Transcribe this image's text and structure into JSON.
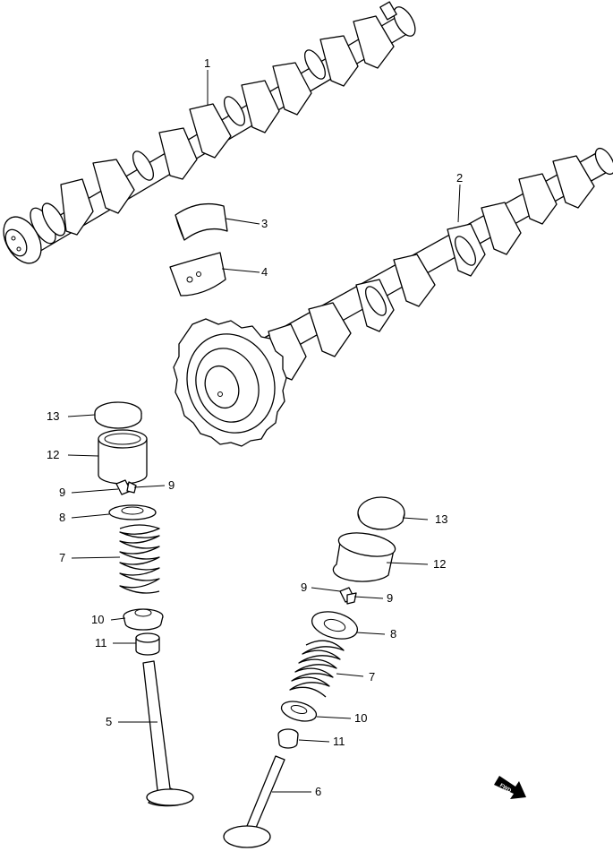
{
  "diagram": {
    "callouts": {
      "c1": "1",
      "c2": "2",
      "c3": "3",
      "c4": "4",
      "c5": "5",
      "c6": "6",
      "c7_left": "7",
      "c7_right": "7",
      "c8_left": "8",
      "c8_right": "8",
      "c9_left_a": "9",
      "c9_left_b": "9",
      "c9_right_a": "9",
      "c9_right_b": "9",
      "c10_left": "10",
      "c10_right": "10",
      "c11_left": "11",
      "c11_right": "11",
      "c12_left": "12",
      "c12_right": "12",
      "c13_left": "13",
      "c13_right": "13"
    },
    "fwd_mark": "FWD"
  }
}
